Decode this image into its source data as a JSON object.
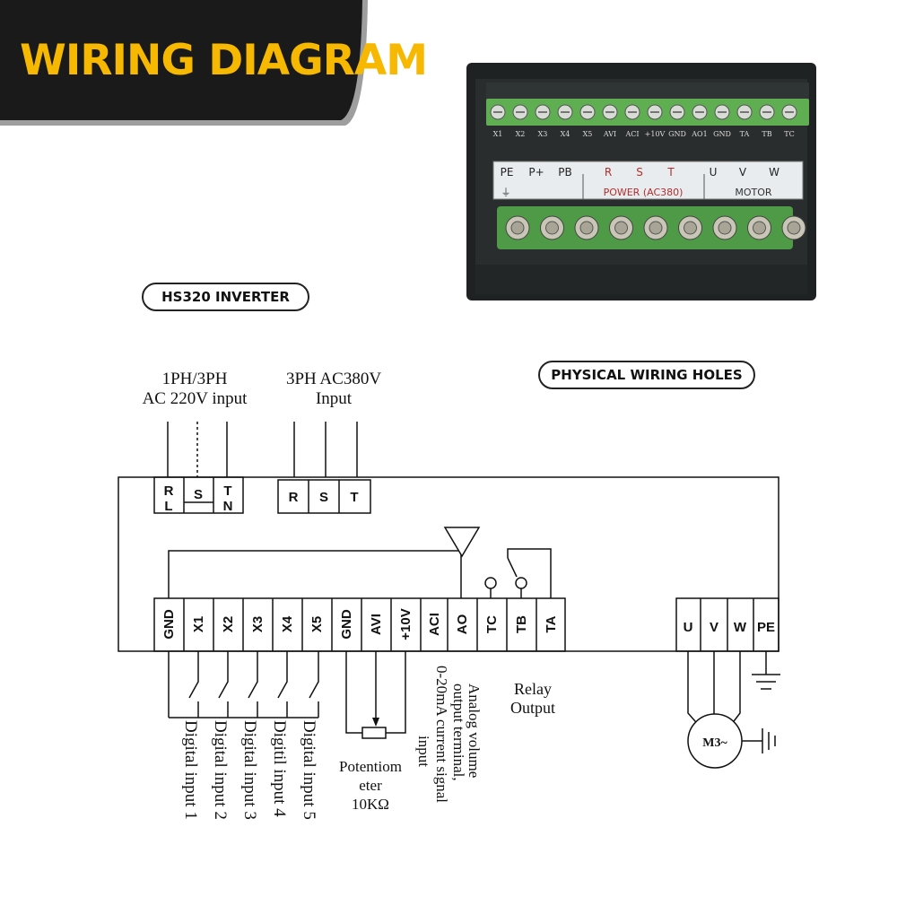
{
  "banner": {
    "title": "WIRING DIAGRAM"
  },
  "labels": {
    "inverter": "HS320 INVERTER",
    "physical_holes": "PHYSICAL WIRING HOLES"
  },
  "photo": {
    "signal_terminals": [
      "X1",
      "X2",
      "X3",
      "X4",
      "X5",
      "AVI",
      "ACI",
      "+10V",
      "GND",
      "AO1",
      "GND",
      "TA",
      "TB",
      "TC"
    ],
    "power_terminals": [
      "PE",
      "P+",
      "PB",
      "R",
      "S",
      "T",
      "U",
      "V",
      "W"
    ],
    "power_group": "POWER (AC380)",
    "motor_group": "MOTOR"
  },
  "supply": {
    "single_line1": "1PH/3PH",
    "single_line2": "AC 220V input",
    "three_line1": "3PH AC380V",
    "three_line2": "Input"
  },
  "input_terminals": {
    "rl_top": "R",
    "rl_bottom": "L",
    "s": "S",
    "tn_top": "T",
    "tn_bottom": "N",
    "r": "R",
    "s2": "S",
    "t": "T"
  },
  "control_terminals": [
    "GND",
    "X1",
    "X2",
    "X3",
    "X4",
    "X5",
    "GND",
    "AVI",
    "+10V",
    "ACI",
    "AO",
    "TC",
    "TB",
    "TA"
  ],
  "motor_terminals": [
    "U",
    "V",
    "W",
    "PE"
  ],
  "motor": "M3~",
  "descriptions": {
    "digital_inputs": [
      "Digital input 1",
      "Digital input 2",
      "Digital input 3",
      "Digitil input 4",
      "Digital input 5"
    ],
    "potentiometer_line1": "Potentiom",
    "potentiometer_line2": "eter",
    "potentiometer_line3": "10KΩ",
    "analog_lines": [
      "Analog volume",
      "output terminal,",
      "0-20mA current signal",
      "input"
    ],
    "relay_line1": "Relay",
    "relay_line2": "Output"
  },
  "colors": {
    "banner_bg": "#1a1a1a",
    "banner_text": "#f6b800",
    "terminal_green": "#5fae52",
    "housing_black": "#1f2222"
  }
}
